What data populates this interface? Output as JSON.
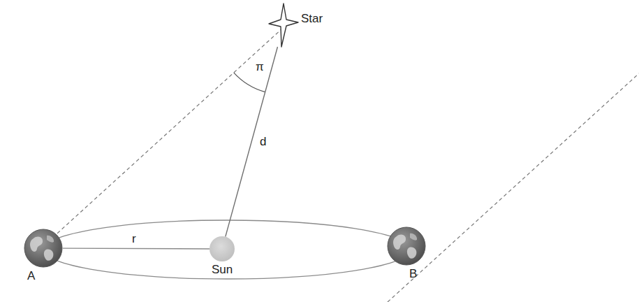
{
  "diagram": {
    "nodes": [
      {
        "text": [
          "Star"
        ]
      },
      {
        "text": [
          "Sun"
        ]
      },
      {
        "text": [
          "A"
        ]
      },
      {
        "text": [
          "B"
        ]
      }
    ],
    "edges": [
      {
        "from": 0,
        "to": 1,
        "label": "d",
        "arrow": "none"
      },
      {
        "from": 2,
        "to": 1,
        "label": "r",
        "arrow": "none"
      }
    ],
    "labels": [
      "π"
    ]
  }
}
